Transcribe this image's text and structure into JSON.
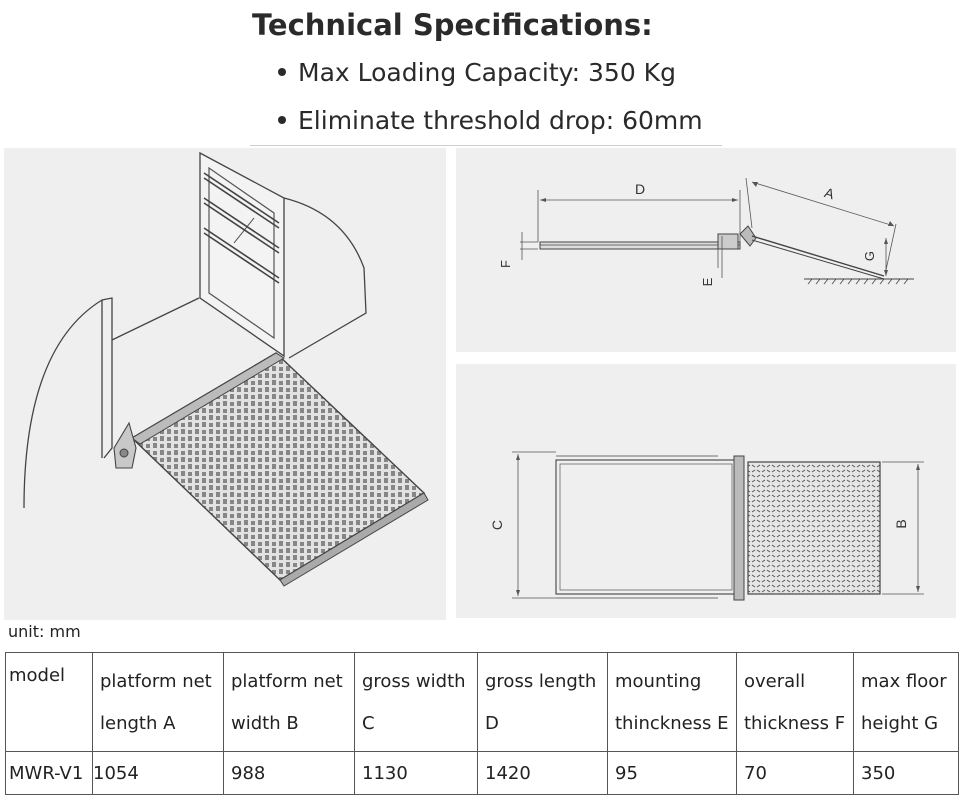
{
  "heading": "Technical Specifications:",
  "specs": [
    "Max Loading Capacity: 350 Kg",
    "Eliminate threshold drop: 60mm"
  ],
  "diagram_labels": {
    "a": "A",
    "b": "B",
    "c": "C",
    "d": "D",
    "e": "E",
    "f": "F",
    "g": "G"
  },
  "unit_note": "unit: mm",
  "table": {
    "headers": [
      "model",
      "platform net length A",
      "platform net width B",
      "gross width C",
      "gross length D",
      "mounting thinckness E",
      "overall thickness F",
      "max floor height G"
    ],
    "rows": [
      [
        "MWR-V1",
        "1054",
        "988",
        "1130",
        "1420",
        "95",
        "70",
        "350"
      ]
    ]
  }
}
